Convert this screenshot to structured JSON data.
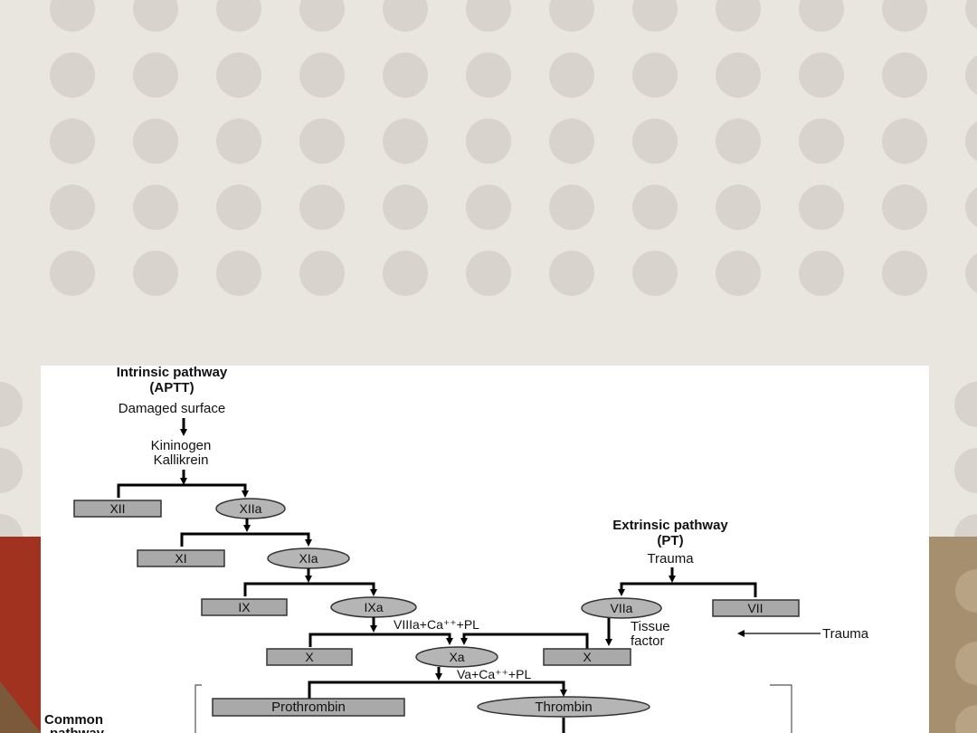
{
  "diagram": {
    "intrinsic_title": "Intrinsic pathway",
    "intrinsic_test": "(APTT)",
    "damaged_surface": "Damaged surface",
    "kininogen": "Kininogen",
    "kallikrein": "Kallikrein",
    "f_xii": "XII",
    "f_xiia": "XIIa",
    "f_xi": "XI",
    "f_xia": "XIa",
    "f_ix": "IX",
    "f_ixa": "IXa",
    "cofactor_viiia": "VIIIa+Ca⁺⁺+PL",
    "f_x_left": "X",
    "f_xa": "Xa",
    "f_x_right": "X",
    "cofactor_va": "Va+Ca⁺⁺+PL",
    "extrinsic_title": "Extrinsic pathway",
    "extrinsic_test": "(PT)",
    "trauma_top": "Trauma",
    "f_viia": "VIIa",
    "f_vii": "VII",
    "tissue": "Tissue",
    "factor": "factor",
    "trauma_side": "Trauma",
    "common": "Common",
    "pathway": "pathway",
    "prothrombin": "Prothrombin",
    "thrombin": "Thrombin"
  },
  "colors": {
    "background": "#e9e6df",
    "dot": "#d8d4cd",
    "band_left": "#a13220",
    "band_right": "#a68f6e"
  }
}
